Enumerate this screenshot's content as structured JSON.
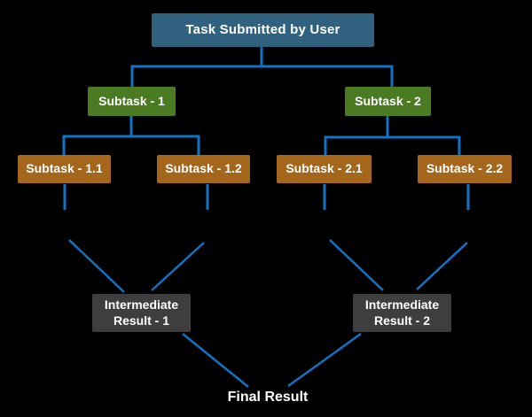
{
  "colors": {
    "background": "#000000",
    "connector": "#1173C2",
    "text": "#FFFFFF",
    "task_box": "#30627F",
    "subtask_box": "#4A7A21",
    "leaf_box": "#A4661B",
    "result_box": "#3E3E3E"
  },
  "nodes": {
    "task": {
      "label": "Task Submitted by User"
    },
    "subtask1": {
      "label": "Subtask - 1"
    },
    "subtask2": {
      "label": "Subtask - 2"
    },
    "subtask11": {
      "label": "Subtask - 1.1"
    },
    "subtask12": {
      "label": "Subtask - 1.2"
    },
    "subtask21": {
      "label": "Subtask - 2.1"
    },
    "subtask22": {
      "label": "Subtask - 2.2"
    },
    "inter1": {
      "label": "Intermediate\nResult - 1"
    },
    "inter2": {
      "label": "Intermediate\nResult - 2"
    },
    "final": {
      "label": "Final Result"
    }
  },
  "edges": [
    {
      "from": "task",
      "to": "subtask1"
    },
    {
      "from": "task",
      "to": "subtask2"
    },
    {
      "from": "subtask1",
      "to": "subtask11"
    },
    {
      "from": "subtask1",
      "to": "subtask12"
    },
    {
      "from": "subtask2",
      "to": "subtask21"
    },
    {
      "from": "subtask2",
      "to": "subtask22"
    },
    {
      "from": "subtask11",
      "to": "inter1"
    },
    {
      "from": "subtask12",
      "to": "inter1"
    },
    {
      "from": "subtask21",
      "to": "inter2"
    },
    {
      "from": "subtask22",
      "to": "inter2"
    },
    {
      "from": "inter1",
      "to": "final"
    },
    {
      "from": "inter2",
      "to": "final"
    }
  ]
}
